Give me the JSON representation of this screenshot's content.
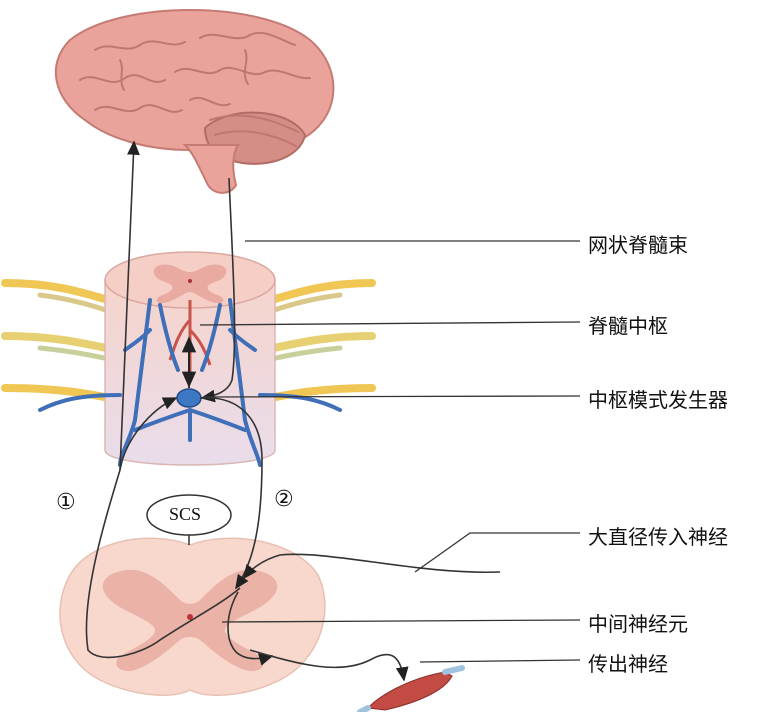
{
  "labels": {
    "reticulospinal_tract": "网状脊髓束",
    "spinal_center": "脊髓中枢",
    "cpg": "中枢模式发生器",
    "large_afferent": "大直径传入神经",
    "interneuron": "中间神经元",
    "efferent": "传出神经"
  },
  "scs_label": "SCS",
  "pathway_markers": {
    "one": "①",
    "two": "②"
  },
  "colors": {
    "brain": "#e8a39c",
    "brain_dark": "#c97a74",
    "cord": "#f3cfc6",
    "grey_matter": "#e6a79e",
    "nerve_yellow": "#f0c654",
    "vessel_blue": "#3f6fb8",
    "cpg_blue": "#3e78c4",
    "line": "#333333"
  }
}
